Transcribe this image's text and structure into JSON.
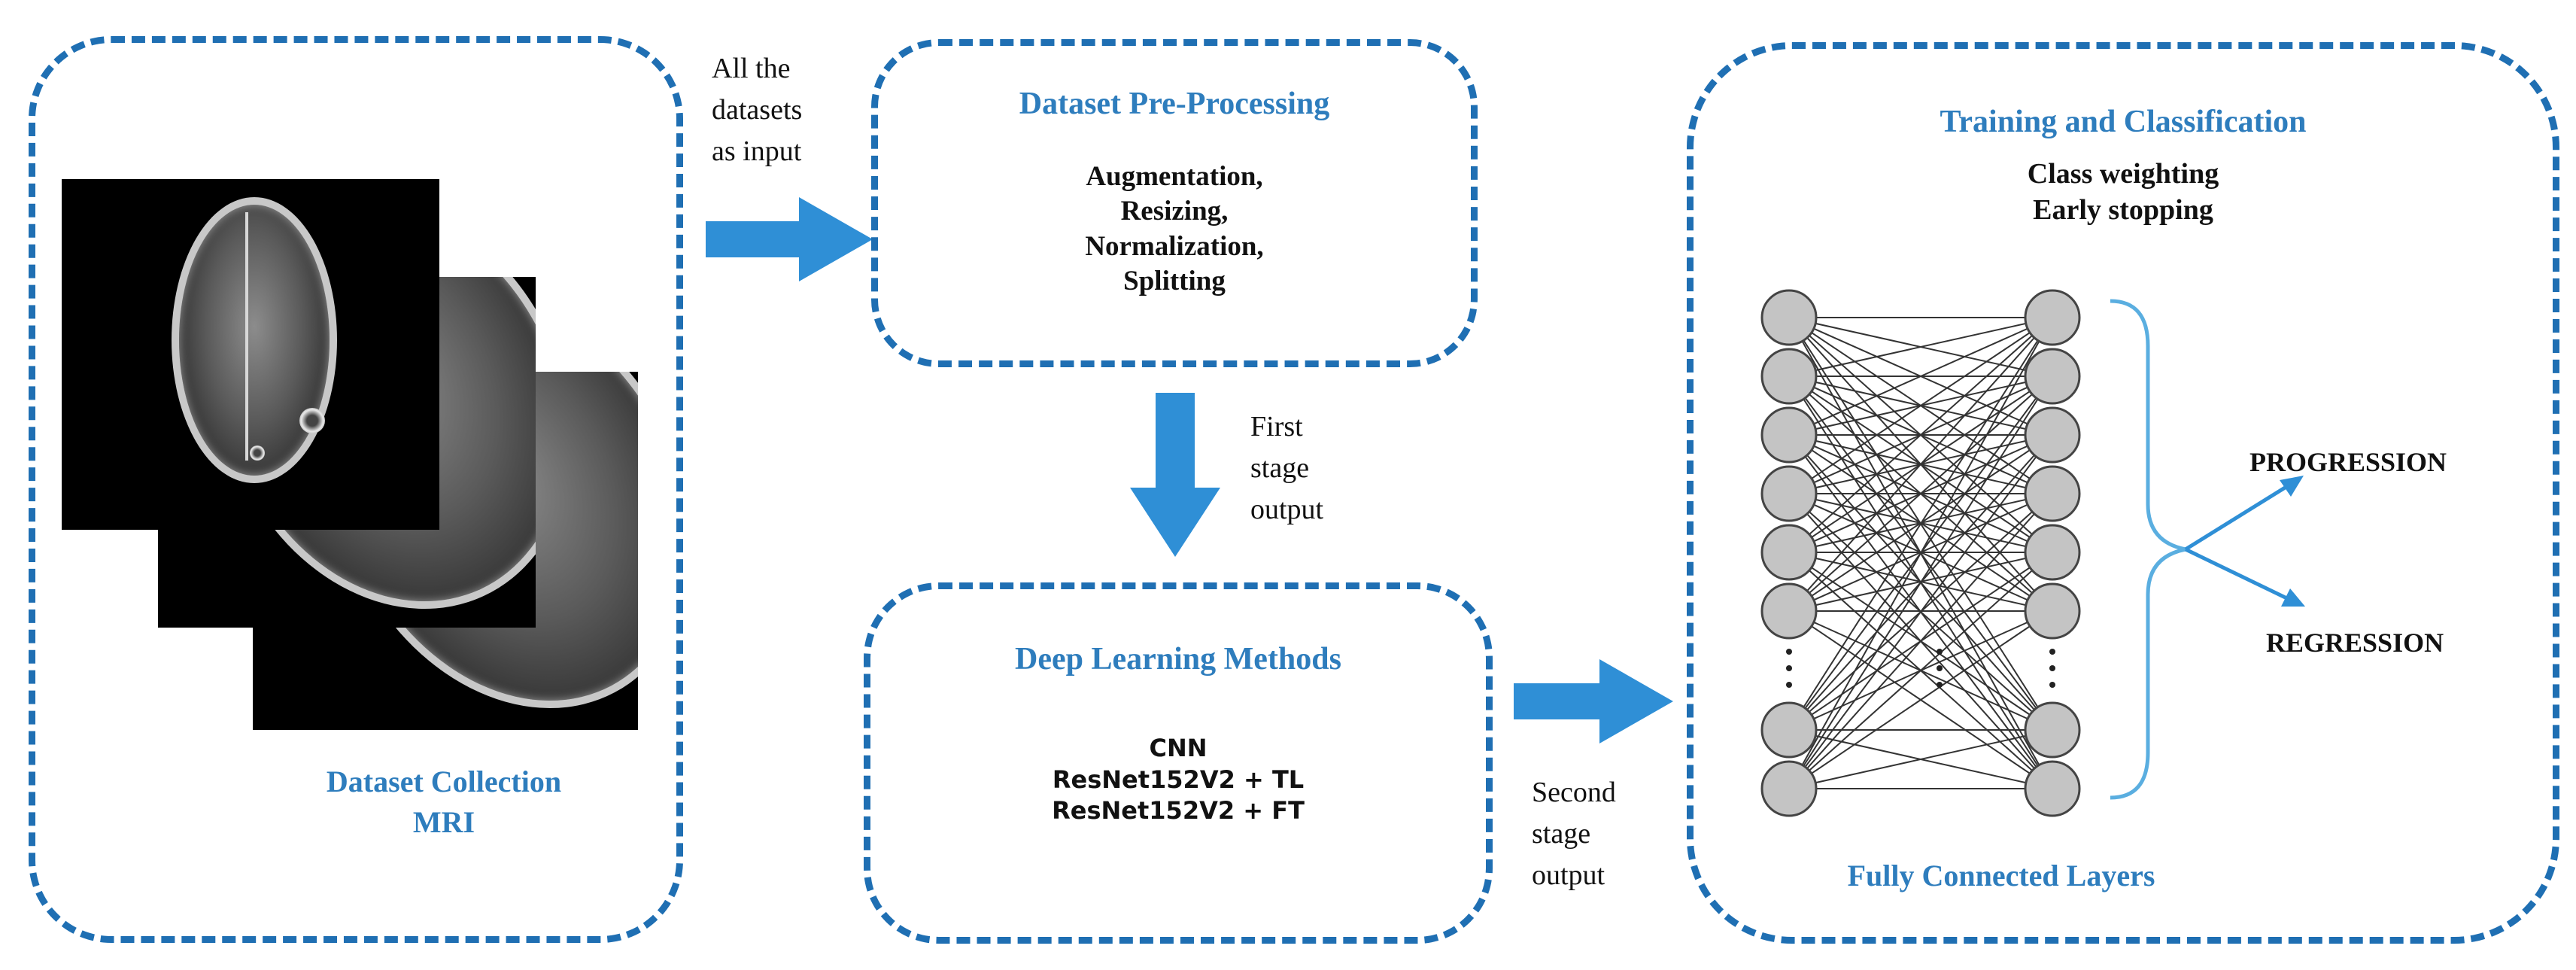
{
  "collection": {
    "title_line1": "Dataset Collection",
    "title_line2": "MRI"
  },
  "arrow1_note": {
    "line1": "All the",
    "line2": "datasets",
    "line3": "as input"
  },
  "preprocessing": {
    "title": "Dataset Pre-Processing",
    "items": [
      "Augmentation,",
      "Resizing,",
      "Normalization,",
      "Splitting"
    ]
  },
  "arrow2_note": {
    "line1": "First",
    "line2": "stage",
    "line3": "output"
  },
  "deep_learning": {
    "title": "Deep Learning Methods",
    "items": [
      "CNN",
      "ResNet152V2 + TL",
      "ResNet152V2 + FT"
    ]
  },
  "arrow3_note": {
    "line1": "Second",
    "line2": "stage",
    "line3": "output"
  },
  "training": {
    "title": "Training and Classification",
    "items": [
      "Class weighting",
      "Early stopping"
    ],
    "network_label": "Fully Connected Layers",
    "outputs": [
      "PROGRESSION",
      "REGRESSION"
    ]
  },
  "colors": {
    "accent": "#1f6fb3",
    "title": "#2e7dbd",
    "arrow": "#2f8fd6"
  }
}
